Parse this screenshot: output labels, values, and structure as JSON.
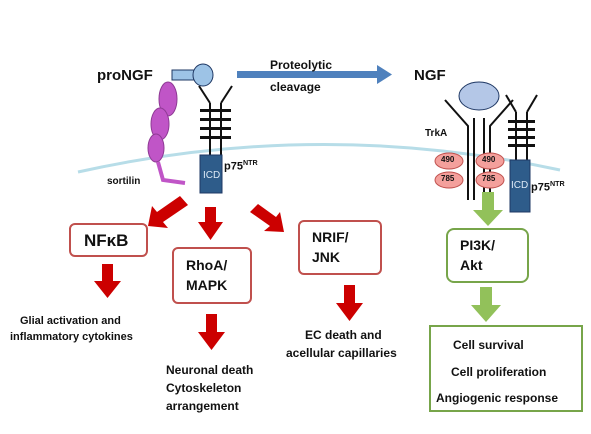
{
  "colors": {
    "red_arrow": "#cc0000",
    "green_arrow": "#92c15a",
    "box_red": "#c0504d",
    "box_green": "#77a54a",
    "membrane": "#b7dde8",
    "receptor": "#1f3864",
    "icd": "#2e5c8a",
    "sortilin": "#c055c7",
    "ngf_ball": "#b4c7e7",
    "trka_dot": "#f4a09c",
    "blue_arrow": "#4f81bd"
  },
  "labels": {
    "prongf": "proNGF",
    "proteolytic_line1": "Proteolytic",
    "proteolytic_line2": "cleavage",
    "ngf": "NGF",
    "sortilin": "sortilin",
    "p75_left": "p75",
    "p75_right": "p75",
    "ntr_sup": "NTR",
    "icd_left": "ICD",
    "icd_right": "ICD",
    "trka": "TrkA",
    "residue_490": "490",
    "residue_785": "785"
  },
  "boxes": {
    "nfkb": "NFκB",
    "rhoa_line1": "RhoA/",
    "rhoa_line2": "MAPK",
    "nrif_line1": "NRIF/",
    "nrif_line2": "JNK",
    "pi3k_line1": "PI3K/",
    "pi3k_line2": "Akt"
  },
  "outcomes": {
    "glial_line1": "Glial activation and",
    "glial_line2": "inflammatory cytokines",
    "neuronal_line1": "Neuronal death",
    "neuronal_line2": "Cytoskeleton",
    "neuronal_line3": "arrangement",
    "ec_line1": "EC death and",
    "ec_line2": "acellular capillaries",
    "survival_line1": "Cell survival",
    "survival_line2": "Cell proliferation",
    "survival_line3": "Angiogenic response"
  }
}
